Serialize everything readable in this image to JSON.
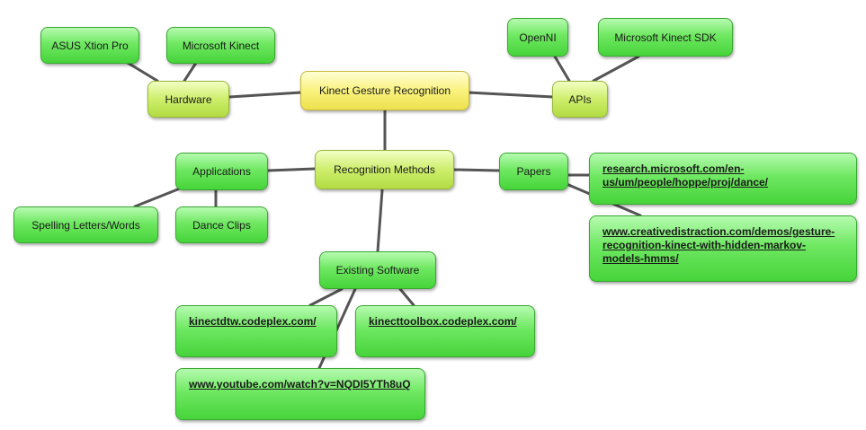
{
  "diagram": {
    "central": "Kinect Gesture Recognition",
    "hardware": {
      "label": "Hardware",
      "children": [
        "ASUS Xtion Pro",
        "Microsoft Kinect"
      ]
    },
    "apis": {
      "label": "APIs",
      "children": [
        "OpenNI",
        "Microsoft Kinect SDK"
      ]
    },
    "recognition_methods": "Recognition Methods",
    "applications": {
      "label": "Applications",
      "children": [
        "Spelling Letters/Words",
        "Dance Clips"
      ]
    },
    "papers": {
      "label": "Papers",
      "links": [
        "research.microsoft.com/en-us/um/people/hoppe/proj/dance/",
        "www.creativedistraction.com/demos/gesture-recognition-kinect-with-hidden-markov-models-hmms/"
      ]
    },
    "existing_software": {
      "label": "Existing Software",
      "links": [
        "kinectdtw.codeplex.com/",
        "kinecttoolbox.codeplex.com/",
        "www.youtube.com/watch?v=NQDI5YTh8uQ"
      ]
    }
  },
  "colors": {
    "connector": "#555555",
    "green_node": "#5ee052",
    "lime_node": "#cdee6c",
    "central_node": "#f9f27e"
  }
}
